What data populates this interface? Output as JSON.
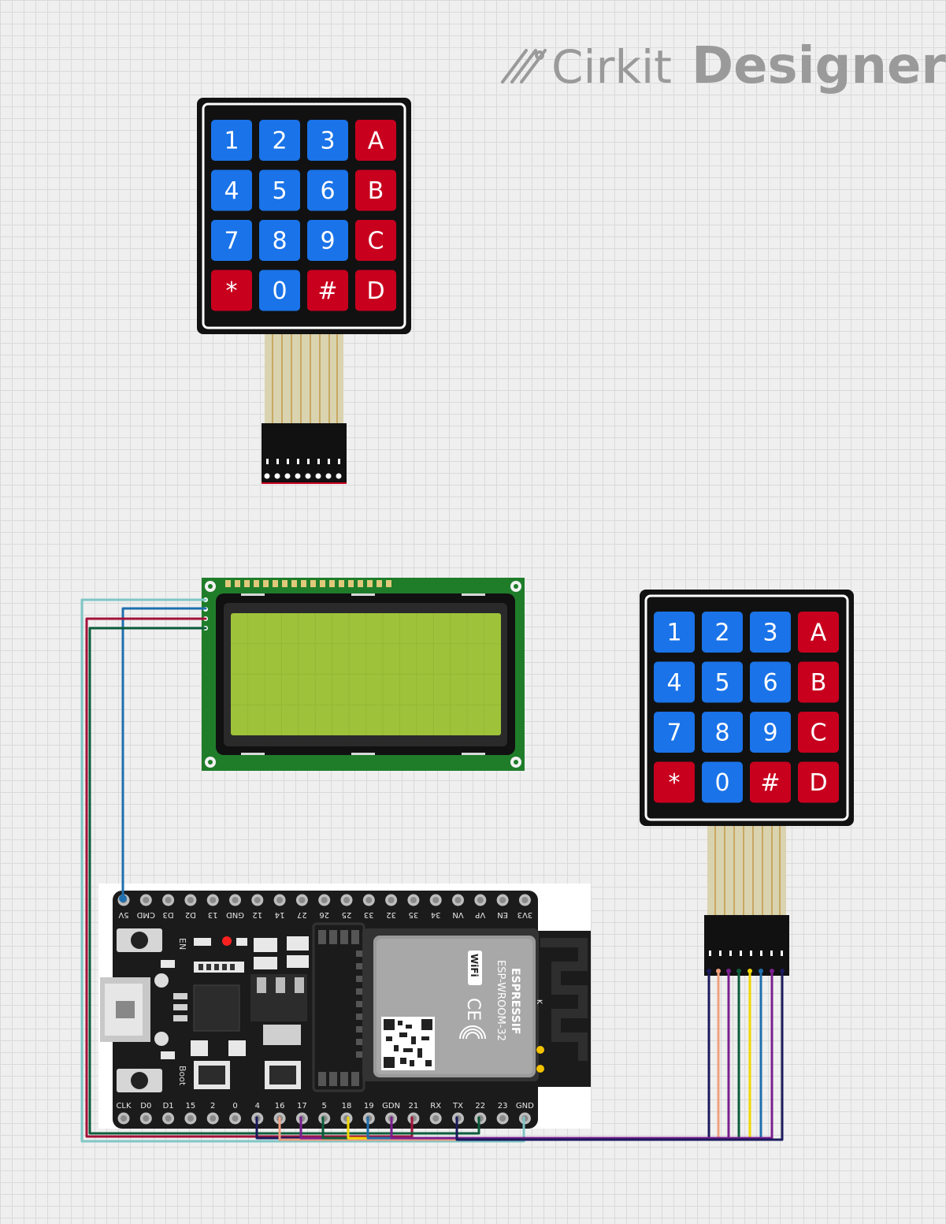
{
  "app": {
    "logo_brand": "Cirkit",
    "logo_product": "Designer"
  },
  "keypad": {
    "keys": [
      "1",
      "2",
      "3",
      "A",
      "4",
      "5",
      "6",
      "B",
      "7",
      "8",
      "9",
      "C",
      "*",
      "0",
      "#",
      "D"
    ]
  },
  "esp32": {
    "top_pins": [
      "5V",
      "CMD",
      "D3",
      "D2",
      "13",
      "GND",
      "12",
      "14",
      "27",
      "26",
      "25",
      "33",
      "32",
      "35",
      "34",
      "VN",
      "VP",
      "EN",
      "3V3"
    ],
    "bottom_pins": [
      "CLK",
      "D0",
      "D1",
      "15",
      "2",
      "0",
      "4",
      "16",
      "17",
      "5",
      "18",
      "19",
      "GDN",
      "21",
      "RX",
      "TX",
      "22",
      "23",
      "GND"
    ],
    "en_label": "EN",
    "boot_label": "Boot",
    "module_brand": "ESPRESSIF",
    "module_model": "ESP-WROOM-32",
    "wifi_badge": "WiFi",
    "ce_mark": "CE",
    "antenna_mark": "K"
  },
  "colors": {
    "key_blue": "#1a73e8",
    "key_red": "#c8001e",
    "board_black": "#1b1b1b",
    "lcd_pcb": "#1f7d2a",
    "lcd_screen": "#9ec33a",
    "wire_cyan": "#7fc6c6",
    "wire_blue": "#1f6fae",
    "wire_red": "#a3123a",
    "wire_green": "#0b5d3b",
    "wire_navy": "#1a1a5c",
    "wire_salmon": "#f0a080",
    "wire_purple": "#7a1f8f",
    "wire_yellow": "#f2d600"
  }
}
